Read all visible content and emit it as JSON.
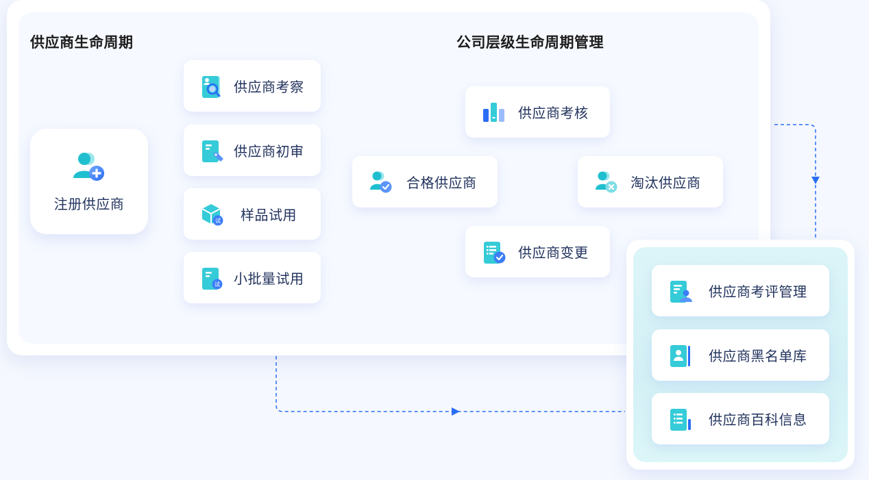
{
  "colors": {
    "accent_blue": "#2a6df5",
    "teal": "#35cbd8",
    "text_dark": "#23335e",
    "title": "#1c1c1c"
  },
  "lifecycle": {
    "title": "供应商生命周期",
    "register": {
      "label": "注册供应商",
      "icon": "user-add-icon"
    },
    "steps": [
      {
        "label": "供应商考察",
        "icon": "profile-search-icon"
      },
      {
        "label": "供应商初审",
        "icon": "document-tag-icon"
      },
      {
        "label": "样品试用",
        "icon": "cube-trial-icon"
      },
      {
        "label": "小批量试用",
        "icon": "document-trial-icon"
      }
    ]
  },
  "company": {
    "title": "公司层级生命周期管理",
    "items": [
      {
        "label": "供应商考核",
        "icon": "bar-chart-icon"
      },
      {
        "label": "合格供应商",
        "icon": "user-check-icon"
      },
      {
        "label": "淘汰供应商",
        "icon": "user-remove-icon"
      },
      {
        "label": "供应商变更",
        "icon": "list-check-icon"
      }
    ]
  },
  "management": {
    "items": [
      {
        "label": "供应商考评管理",
        "icon": "document-user-icon"
      },
      {
        "label": "供应商黑名单库",
        "icon": "contact-book-icon"
      },
      {
        "label": "供应商百科信息",
        "icon": "list-book-icon"
      }
    ]
  }
}
